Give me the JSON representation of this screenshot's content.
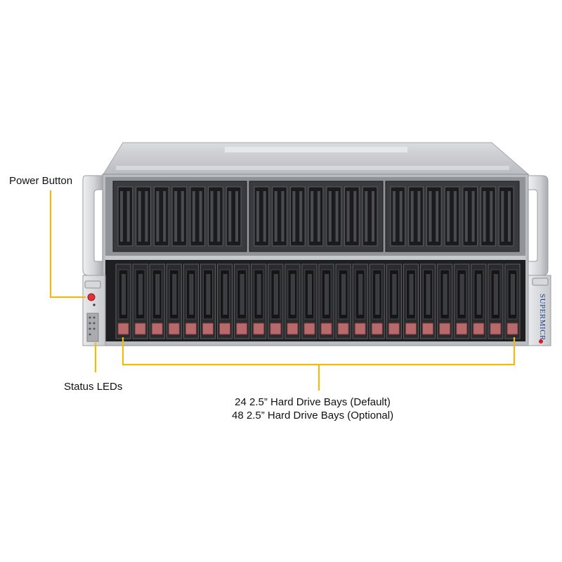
{
  "callouts": {
    "power_button": "Power Button",
    "status_leds": "Status LEDs",
    "drive_bays_default": "24  2.5” Hard Drive Bays (Default)",
    "drive_bays_optional": "48  2.5” Hard Drive Bays (Optional)"
  },
  "brand": {
    "logo_text": "SUPERMICR"
  },
  "chassis": {
    "fan_modules": 3,
    "fan_slots_per_module": 7,
    "drive_bays": 24
  },
  "colors": {
    "callout_line": "#f2b90f",
    "chassis_top": "#c9ccd1",
    "chassis_frame": "#b7bbc0",
    "drive_bay": "#2b2b2d",
    "drive_latch": "#b8696b",
    "brand_accent": "#d0202a"
  }
}
